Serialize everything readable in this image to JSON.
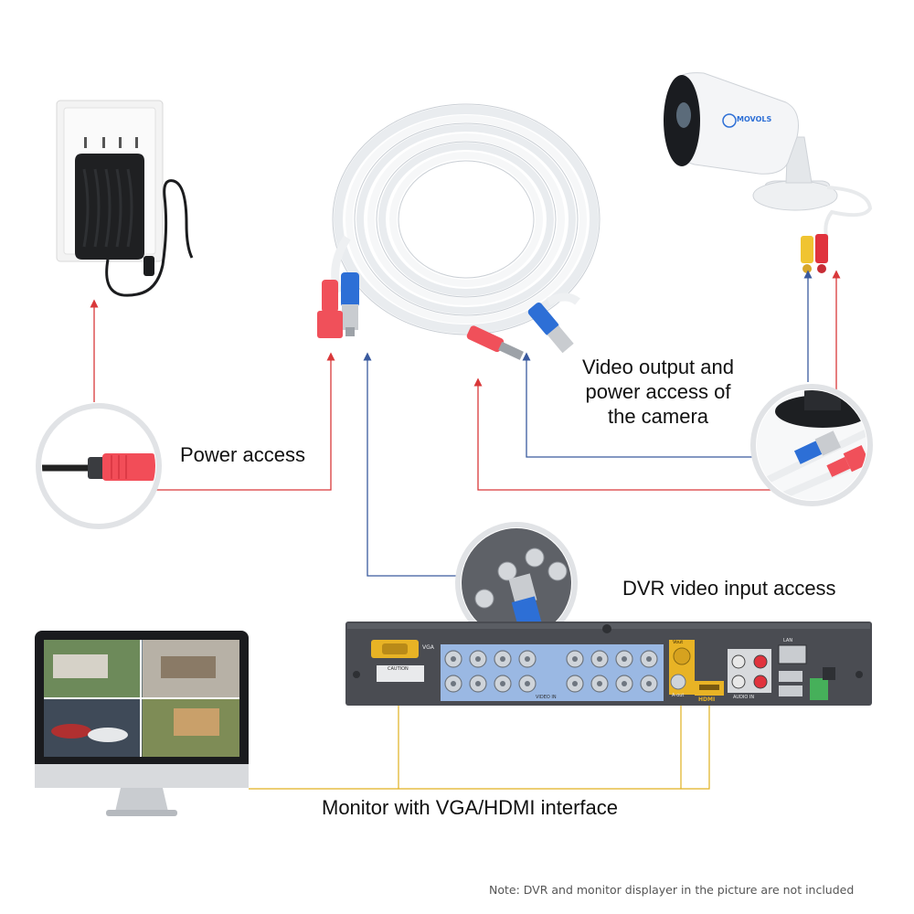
{
  "labels": {
    "power_access": "Power access",
    "video_output_line1": "Video output and",
    "video_output_line2": "power access of",
    "video_output_line3": "the camera",
    "dvr_input": "DVR video input access",
    "monitor": "Monitor with VGA/HDMI interface"
  },
  "note": "Note: DVR and monitor displayer in the picture are not included",
  "camera_logo": "MOVOLS",
  "dvr": {
    "vga_label": "VGA",
    "video_in_label": "VIDEO IN",
    "video_out_label": "Vout",
    "audio_in_label": "AUDIO IN",
    "lan_label": "LAN",
    "hdmi_label": "HDMI",
    "caution_label": "CAUTION",
    "audio_out_label": "A-out"
  },
  "colors": {
    "power_line": "#d9383a",
    "video_line": "#3a5a9e",
    "monitor_line": "#e0b020",
    "bnc_blue": "#2d6fd6",
    "dc_red": "#f0505a",
    "dvr_body": "#4a4c52"
  }
}
